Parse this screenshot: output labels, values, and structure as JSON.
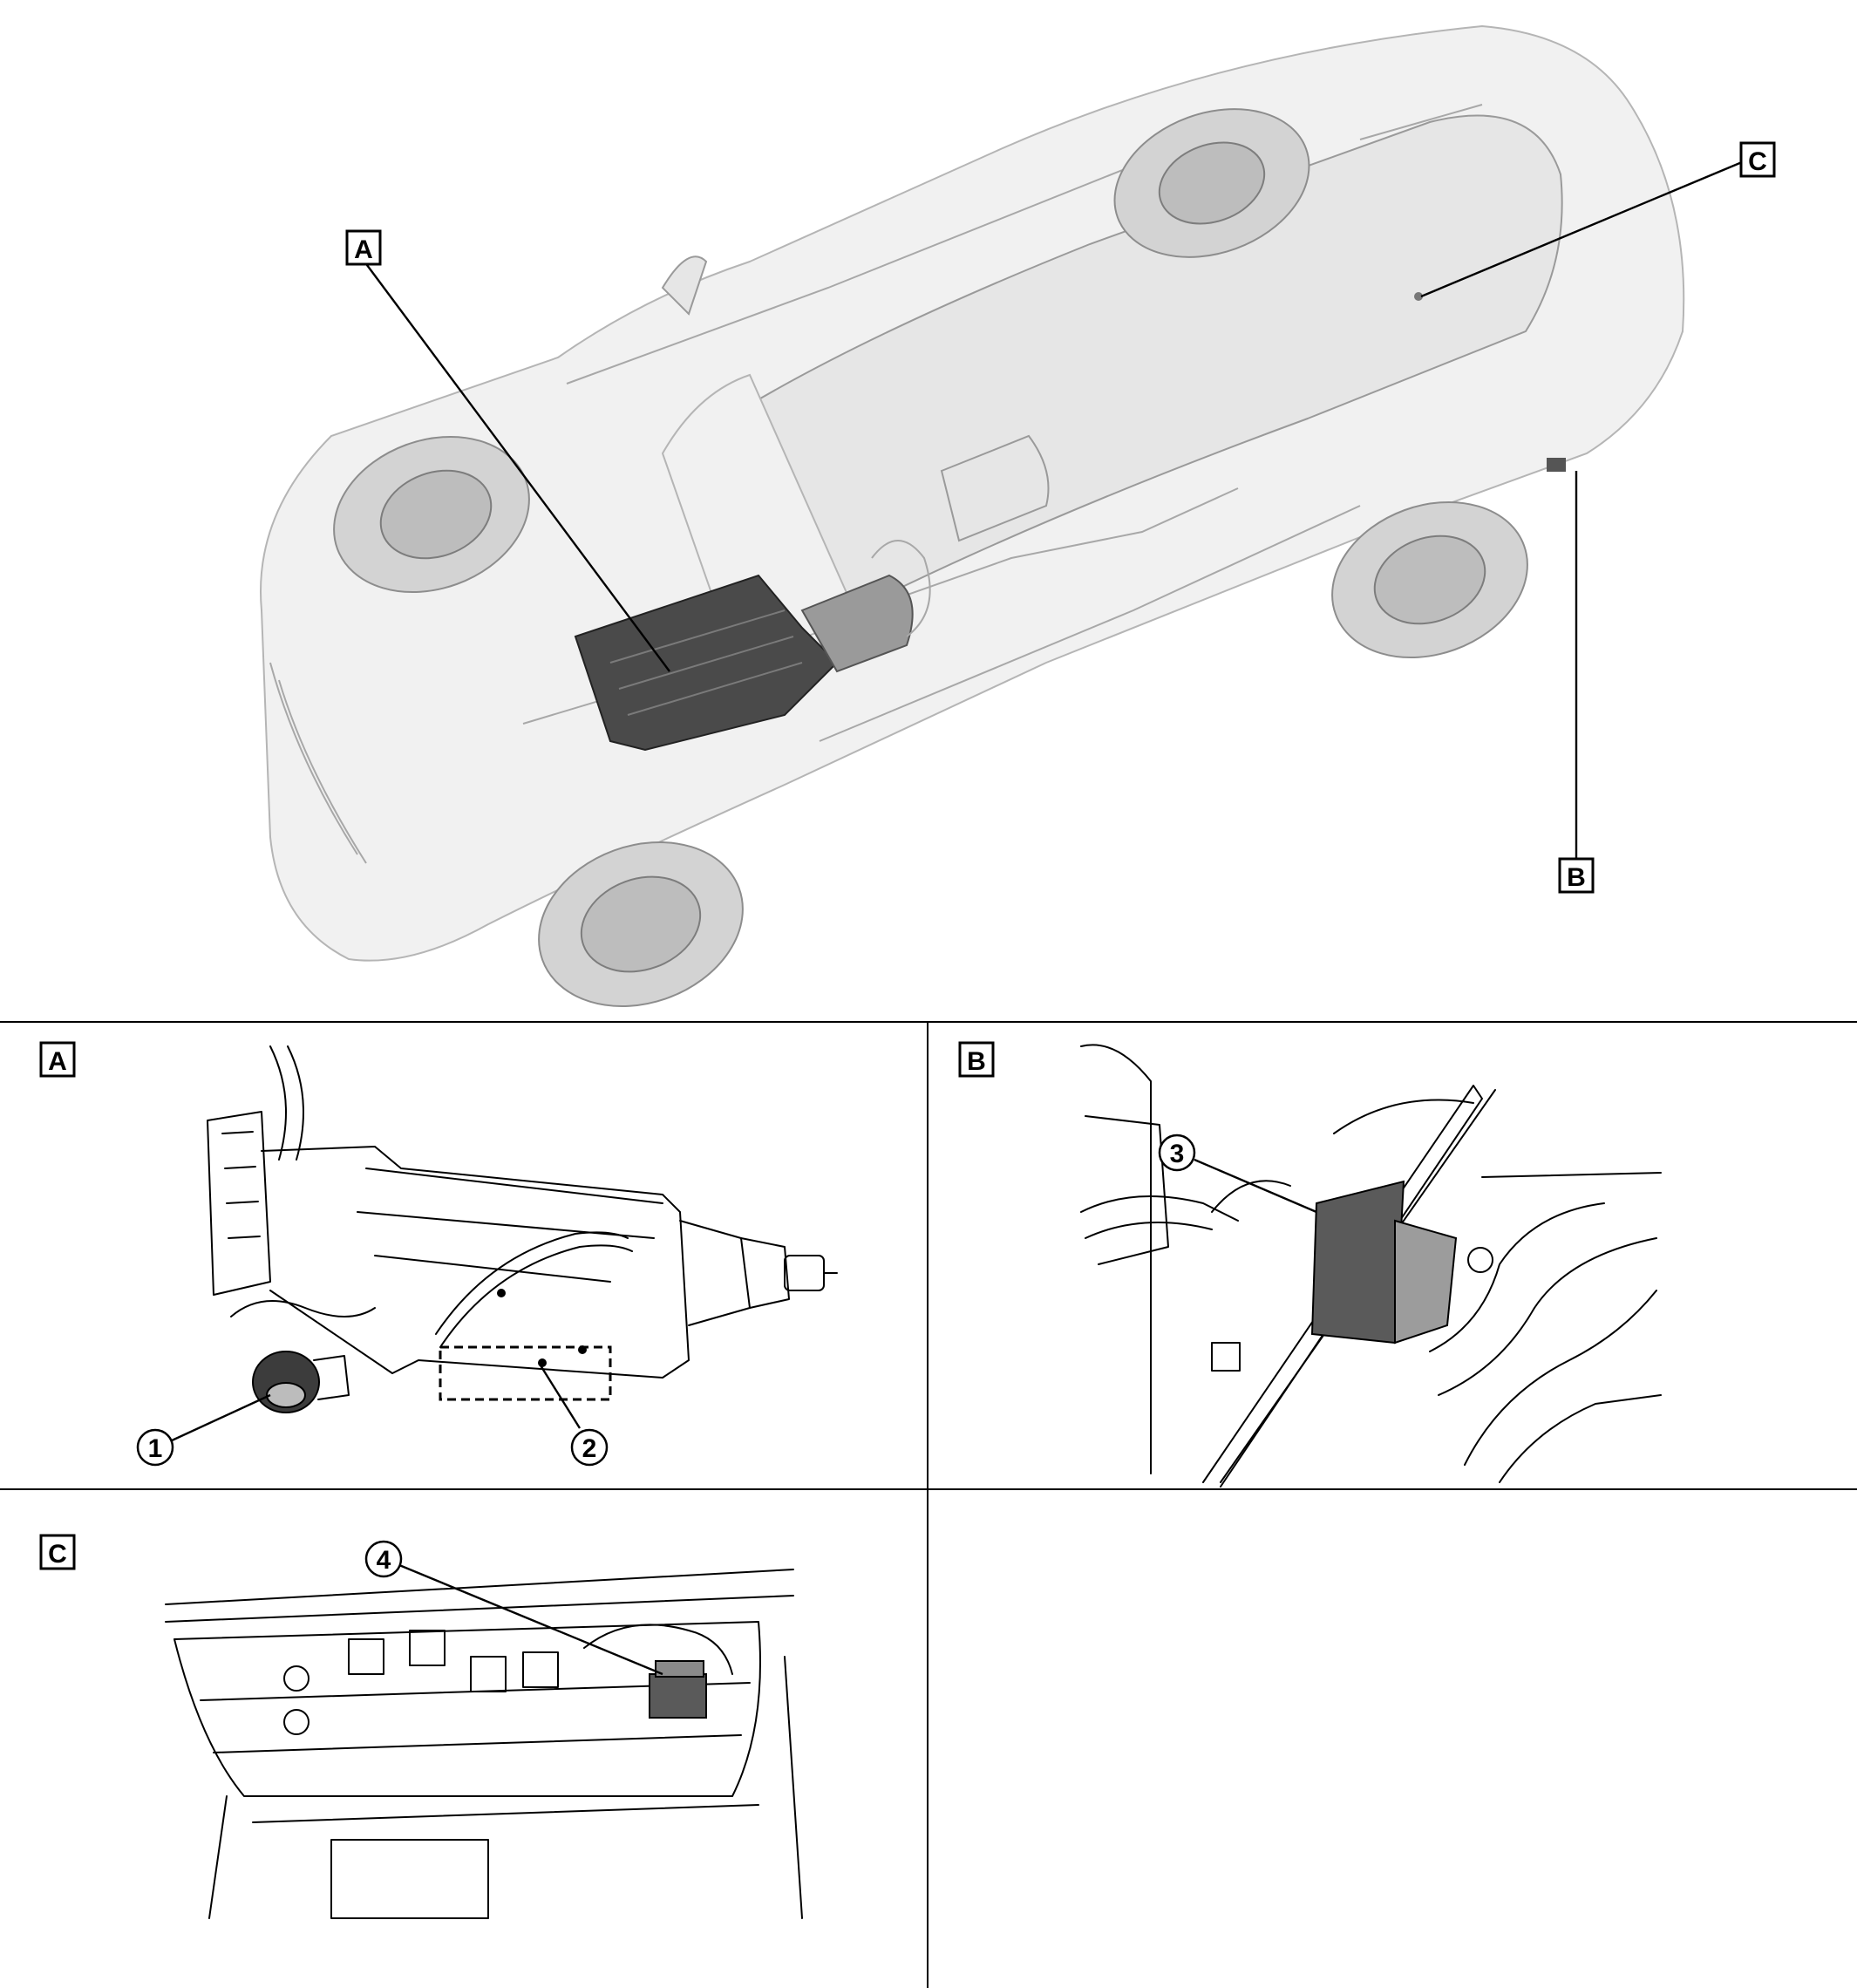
{
  "overview": {
    "callouts": [
      {
        "id": "A",
        "label": "A"
      },
      {
        "id": "B",
        "label": "B"
      },
      {
        "id": "C",
        "label": "C"
      }
    ]
  },
  "panels": [
    {
      "id": "A",
      "label": "A",
      "numbers": [
        "1",
        "2"
      ]
    },
    {
      "id": "B",
      "label": "B",
      "numbers": [
        "3"
      ]
    },
    {
      "id": "C",
      "label": "C",
      "numbers": [
        "4"
      ]
    }
  ],
  "colors": {
    "line": "#000000",
    "ghost": "#e6e6e6",
    "dark_part": "#4a4a4a"
  }
}
